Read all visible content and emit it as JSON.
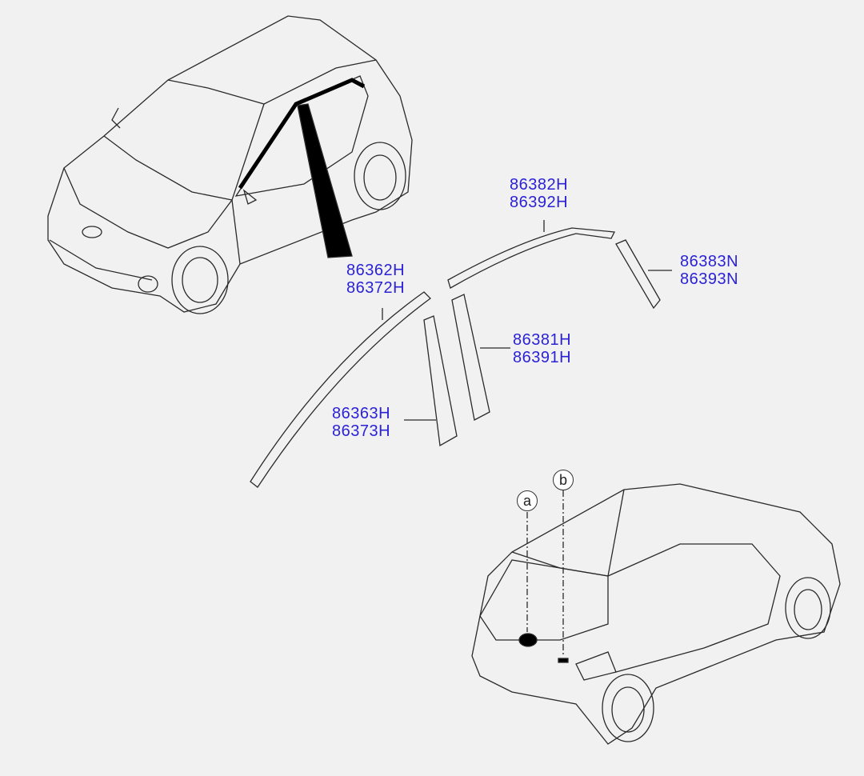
{
  "callouts": [
    {
      "codes": [
        "86382H",
        "86392H"
      ]
    },
    {
      "codes": [
        "86383N",
        "86393N"
      ]
    },
    {
      "codes": [
        "86362H",
        "86372H"
      ]
    },
    {
      "codes": [
        "86381H",
        "86391H"
      ]
    },
    {
      "codes": [
        "86363H",
        "86373H"
      ]
    }
  ],
  "markers": {
    "a": "a",
    "b": "b"
  },
  "colors": {
    "label": "#2b22d6",
    "line": "#222222",
    "background": "#f1f1f1"
  }
}
